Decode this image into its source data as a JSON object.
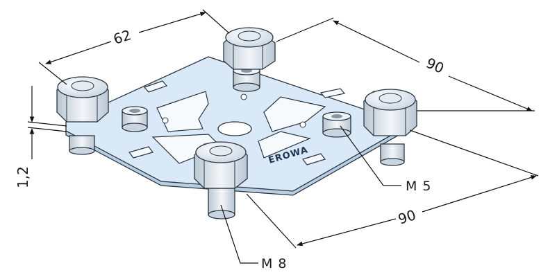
{
  "dimensions": {
    "top_left_width": "62",
    "top_right_width": "90",
    "bottom_right_width": "90",
    "thickness": "1,2"
  },
  "callouts": {
    "small_screw": "M 5",
    "large_screw": "M 8"
  },
  "plate": {
    "brand_logo": "EROWA"
  },
  "colors": {
    "plate_fill": "#d9e9f7",
    "plate_edge": "#b8cfe3",
    "metal_fill": "#eef3f8",
    "line": "#111111"
  }
}
